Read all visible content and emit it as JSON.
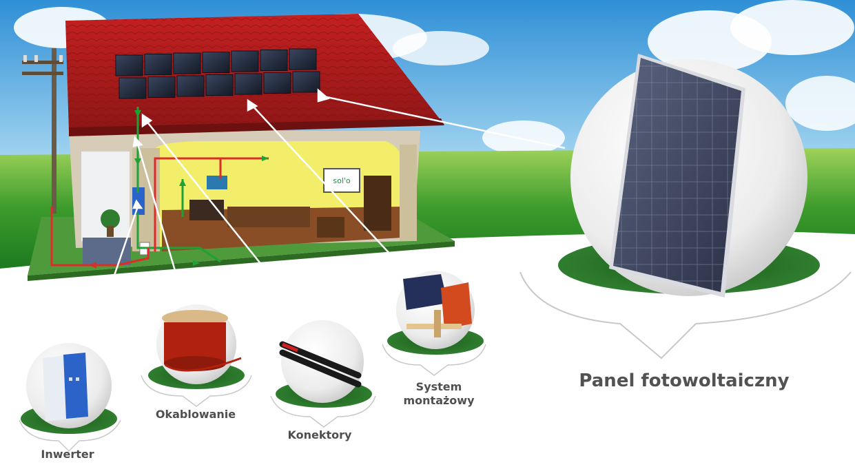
{
  "components": {
    "panel_label": "Panel fotowoltaiczny",
    "system_label_line1": "System",
    "system_label_line2": "montażowy",
    "konektory_label": "Konektory",
    "okablowanie_label": "Okablowanie",
    "inwerter_label": "Inwerter"
  },
  "house": {
    "tv_logo": "sol'o"
  },
  "colors": {
    "sky_top": "#2f8fd6",
    "sky_bottom": "#bfe6f7",
    "grass_dark": "#1d7a1f",
    "grass_light": "#9ed25a",
    "roof": "#a81c1c",
    "wall_yellow": "#f2ee6a",
    "solar_cell": "#1e2431",
    "flow_green": "#1fa235",
    "flow_red": "#e02b2b",
    "label_text": "#4f4f4f"
  },
  "icons": [
    "inverter-icon",
    "cable-reel-icon",
    "connector-icon",
    "mounting-system-icon",
    "solar-panel-icon"
  ]
}
